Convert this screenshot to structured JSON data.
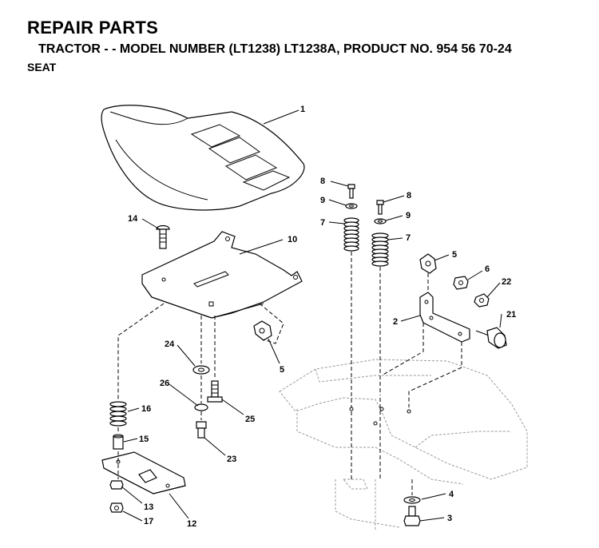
{
  "header": {
    "title": "REPAIR PARTS",
    "subtitle": "TRACTOR - - MODEL NUMBER (LT1238) LT1238A, PRODUCT NO. 954 56 70-24",
    "section": "SEAT"
  },
  "callouts": {
    "c1": "1",
    "c2": "2",
    "c3": "3",
    "c4": "4",
    "c5a": "5",
    "c5b": "5",
    "c6": "6",
    "c7a": "7",
    "c7b": "7",
    "c8a": "8",
    "c8b": "8",
    "c9a": "9",
    "c9b": "9",
    "c10": "10",
    "c12": "12",
    "c13": "13",
    "c14": "14",
    "c15": "15",
    "c16": "16",
    "c17": "17",
    "c21": "21",
    "c22": "22",
    "c23": "23",
    "c24": "24",
    "c25": "25",
    "c26": "26"
  }
}
